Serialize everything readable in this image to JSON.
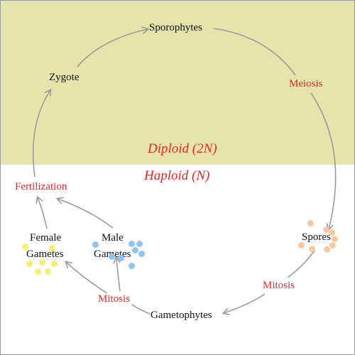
{
  "regions": {
    "diploid": "Diploid (2N)",
    "haploid": "Haploid  (N)"
  },
  "stages": {
    "sporophytes": "Sporophytes",
    "zygote": "Zygote",
    "spores": "Spores",
    "gametophytes": "Gametophytes",
    "female_gametes_line1": "Female",
    "female_gametes_line2": "Gametes",
    "male_gametes_line1": "Male",
    "male_gametes_line2": "Gametes"
  },
  "processes": {
    "meiosis": "Meiosis",
    "fertilization": "Fertilization",
    "mitosis_right": "Mitosis",
    "mitosis_left": "Mitosis"
  },
  "colors": {
    "diploid_band": "#e5e5ab",
    "process_text": "#e8262a",
    "arrow": "#9a9a9a",
    "female_gamete_dots": "#f7f068",
    "male_gamete_dots": "#8fc3f2",
    "spore_dots": "#f8c9a0"
  }
}
